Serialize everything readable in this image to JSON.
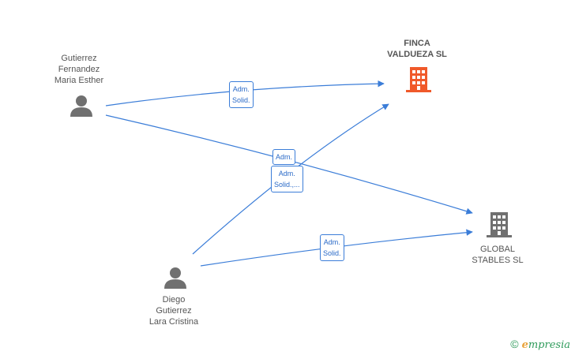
{
  "nodes": {
    "person1": {
      "name_lines": [
        "Gutierrez",
        "Fernandez",
        "Maria Esther"
      ],
      "icon": "person-icon"
    },
    "person2": {
      "name_lines": [
        "Diego",
        "Gutierrez",
        "Lara Cristina"
      ],
      "icon": "person-icon"
    },
    "company1": {
      "name_lines": [
        "FINCA",
        "VALDUEZA  SL"
      ],
      "icon": "building-icon",
      "color": "#f0592a"
    },
    "company2": {
      "name_lines": [
        "GLOBAL",
        "STABLES  SL"
      ],
      "icon": "building-icon",
      "color": "#707070"
    }
  },
  "edges": [
    {
      "from": "person1",
      "to": "company1",
      "label_lines": [
        "Adm.",
        "Solid."
      ]
    },
    {
      "from": "person1",
      "to": "company2",
      "label_lines": [
        "Adm."
      ]
    },
    {
      "from": "person2",
      "to": "company1",
      "label_lines": [
        "Adm.",
        "Solid.,..."
      ]
    },
    {
      "from": "person2",
      "to": "company2",
      "label_lines": [
        "Adm.",
        "Solid."
      ]
    }
  ],
  "colors": {
    "edge": "#3b7dd8",
    "person_icon": "#707070"
  },
  "brand": {
    "copyright_symbol": "©",
    "name_first": "e",
    "name_rest": "mpresia"
  }
}
